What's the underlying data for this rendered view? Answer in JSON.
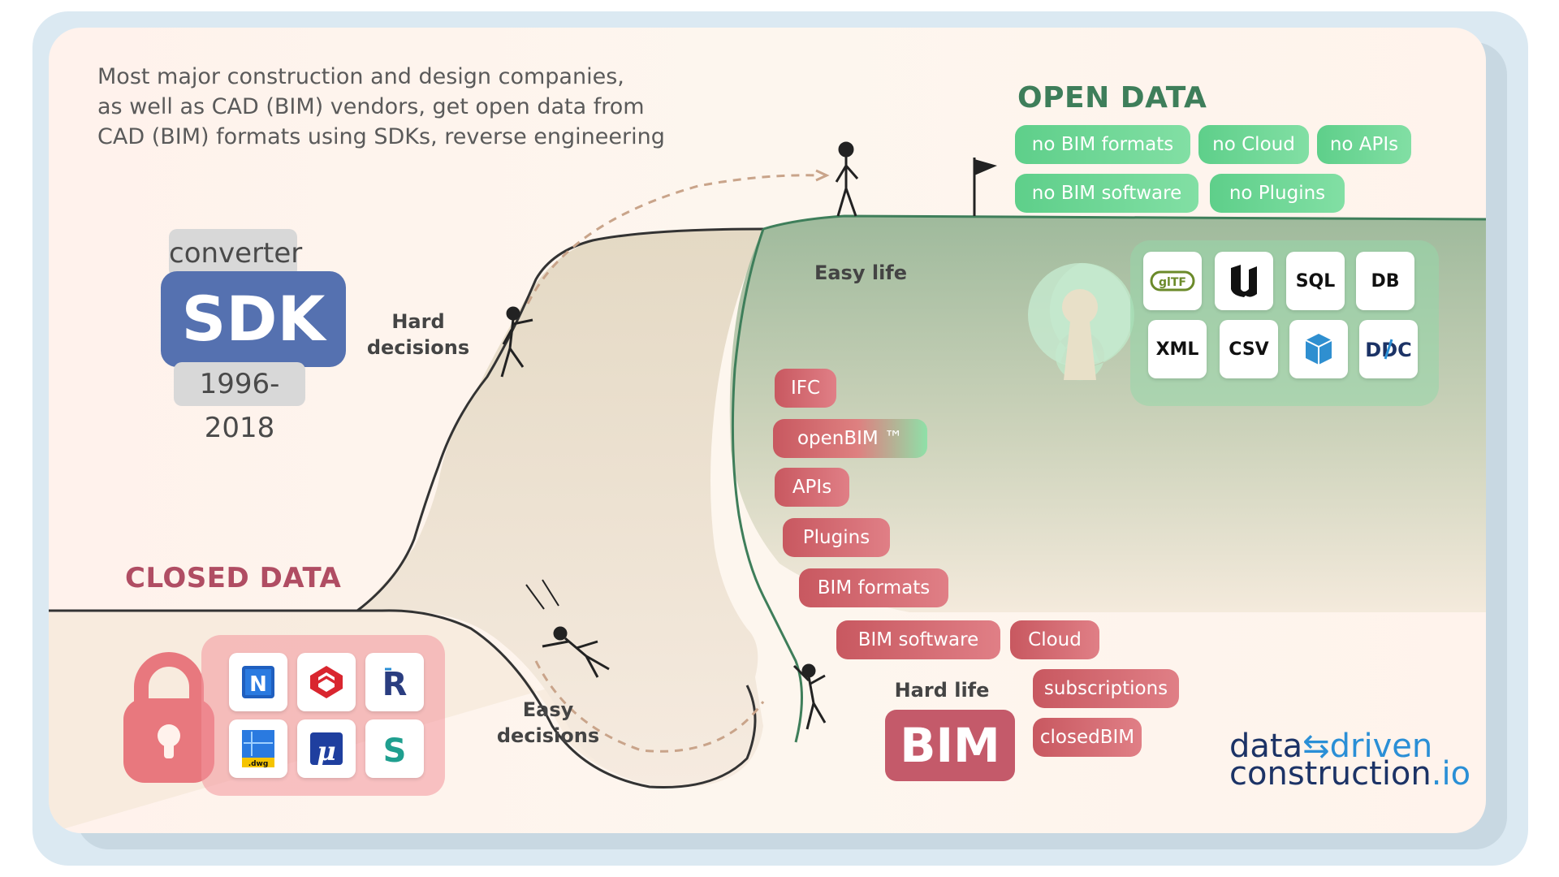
{
  "intro_text": [
    "Most major construction and design companies,",
    "as well as CAD (BIM) vendors, get open data from",
    "CAD (BIM) formats using SDKs, reverse engineering"
  ],
  "open_data": {
    "title": "OPEN DATA",
    "tags": [
      "no BIM formats",
      "no Cloud",
      "no APIs",
      "no BIM software",
      "no Plugins"
    ],
    "formats": [
      "GLTF",
      "Unreal",
      "SQL",
      "DB",
      "XML",
      "CSV",
      "3D-cube",
      "DDC"
    ]
  },
  "closed_data": {
    "title": "CLOSED DATA",
    "apps": [
      "Navisworks",
      "Revit-logo-red",
      "Revit",
      "DWG",
      "MicroStation",
      "SketchUp"
    ]
  },
  "sdk": {
    "converter_label": "converter",
    "name": "SDK",
    "years": "1996-2018"
  },
  "labels": {
    "hard_decisions": [
      "Hard",
      "decisions"
    ],
    "easy_decisions": [
      "Easy",
      "decisions"
    ],
    "easy_life": "Easy life",
    "hard_life": "Hard life",
    "bim": "BIM"
  },
  "closed_tags": [
    "IFC",
    "openBIM ™",
    "APIs",
    "Plugins",
    "BIM formats",
    "BIM software",
    "Cloud",
    "subscriptions",
    "closedBIM"
  ],
  "brand": {
    "line1_a": "data",
    "line1_b": "driven",
    "line2_a": "construction",
    "line2_b": ".io"
  },
  "colors": {
    "open_green": "#5ecf8a",
    "closed_red": "#c85860",
    "sdk_blue": "#5571b0",
    "hill_fill": "#e9dcc5",
    "ledge_line": "#3e7e5a"
  }
}
